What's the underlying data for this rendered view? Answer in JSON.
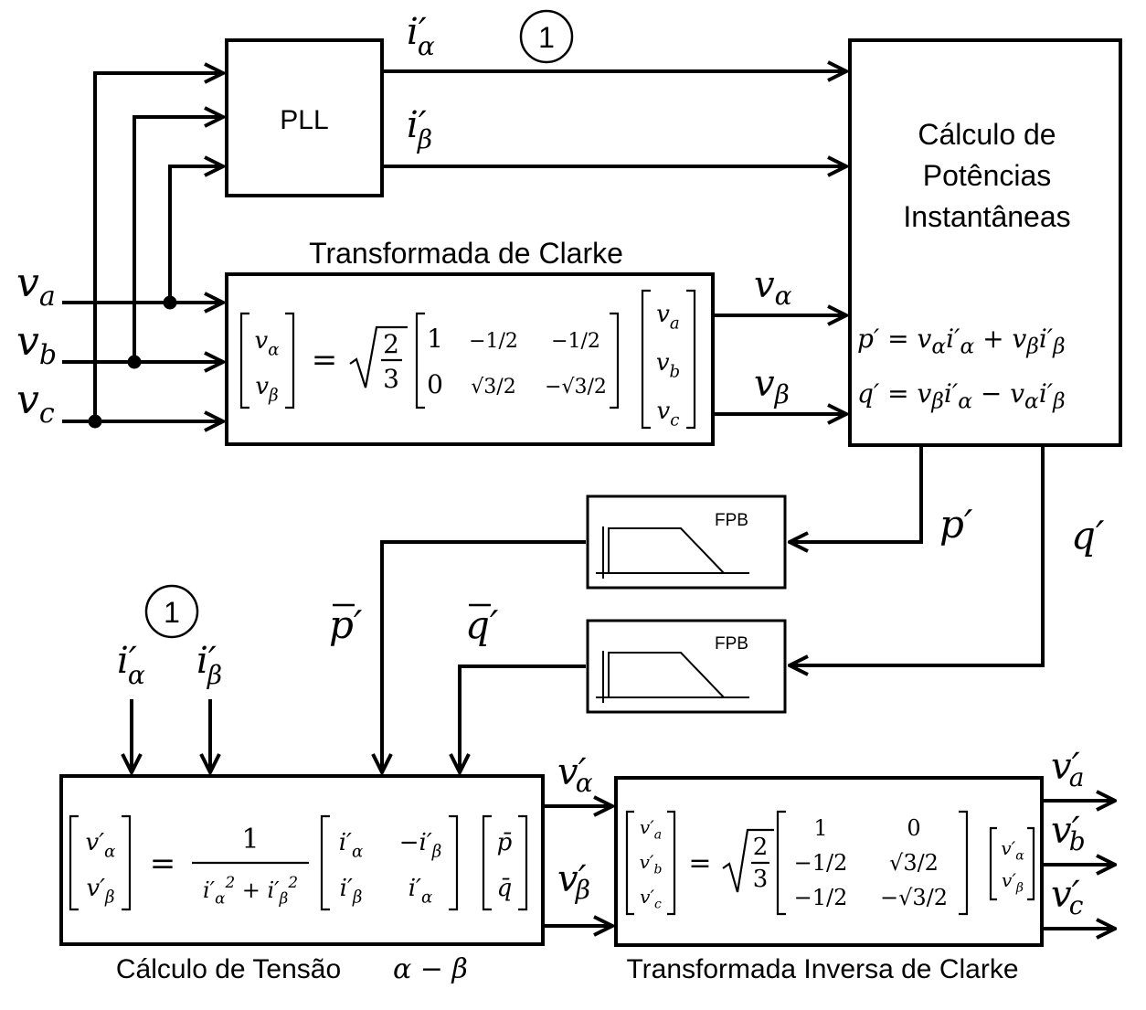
{
  "blocks": {
    "pll": "PLL",
    "clarke_title": "Transformada de Clarke",
    "power_calc": [
      "Cálculo de",
      "Potências",
      "Instantâneas"
    ],
    "filter": "FPB",
    "voltage_calc_title": "Cálculo de Tensão",
    "voltage_calc_symbol": "α − β",
    "inverse_clarke_title": "Transformada Inversa de Clarke"
  },
  "marker": "1",
  "signals": {
    "v_a": {
      "base": "v",
      "sub": "a"
    },
    "v_b": {
      "base": "v",
      "sub": "b"
    },
    "v_c": {
      "base": "v",
      "sub": "c"
    },
    "i_alpha_prime": {
      "base": "i′",
      "sub": "α"
    },
    "i_beta_prime": {
      "base": "i′",
      "sub": "β"
    },
    "v_alpha": {
      "base": "v",
      "sub": "α"
    },
    "v_beta": {
      "base": "v",
      "sub": "β"
    },
    "p_prime": "p′",
    "q_prime": "q′",
    "p_bar_prime": "p′",
    "q_bar_prime": "q′",
    "v_alpha_prime": {
      "base": "v′",
      "sub": "α"
    },
    "v_beta_prime": {
      "base": "v′",
      "sub": "β"
    },
    "v_a_prime": {
      "base": "v′",
      "sub": "a"
    },
    "v_b_prime": {
      "base": "v′",
      "sub": "b"
    },
    "v_c_prime": {
      "base": "v′",
      "sub": "c"
    }
  },
  "equations": {
    "p_lhs": "p′ = ",
    "p_rhs": "v<sub>α</sub>i′<sub>α</sub> + v<sub>β</sub>i′<sub>β</sub>",
    "q_lhs": "q′ = ",
    "q_rhs": "v<sub>β</sub>i′<sub>α</sub> − v<sub>α</sub>i′<sub>β</sub>",
    "clarke": {
      "lhs": [
        "v<sub>α</sub>",
        "v<sub>β</sub>"
      ],
      "eq": "=",
      "coef_num": "2",
      "coef_den": "3",
      "matrix": [
        [
          "1",
          "−1/2",
          "−1/2"
        ],
        [
          "0",
          "√3/2",
          "−√3/2"
        ]
      ],
      "rhs": [
        "v<sub>a</sub>",
        "v<sub>b</sub>",
        "v<sub>c</sub>"
      ]
    },
    "voltage": {
      "lhs": [
        "v′<sub>α</sub>",
        "v′<sub>β</sub>"
      ],
      "eq": "=",
      "num": "1",
      "den": "i′<sub>α</sub><sup>2</sup> + i′<sub>β</sub><sup>2</sup>",
      "matrix": [
        [
          "i′<sub>α</sub>",
          "−i′<sub>β</sub>"
        ],
        [
          "i′<sub>β</sub>",
          "i′<sub>α</sub>"
        ]
      ],
      "rhs": [
        "p̄",
        "q̄"
      ]
    },
    "inverse": {
      "lhs": [
        "v′<sub>a</sub>",
        "v′<sub>b</sub>",
        "v′<sub>c</sub>"
      ],
      "eq": "=",
      "coef_num": "2",
      "coef_den": "3",
      "matrix": [
        [
          "1",
          "0"
        ],
        [
          "−1/2",
          "√3/2"
        ],
        [
          "−1/2",
          "−√3/2"
        ]
      ],
      "rhs": [
        "v′<sub>α</sub>",
        "v′<sub>β</sub>"
      ]
    }
  }
}
